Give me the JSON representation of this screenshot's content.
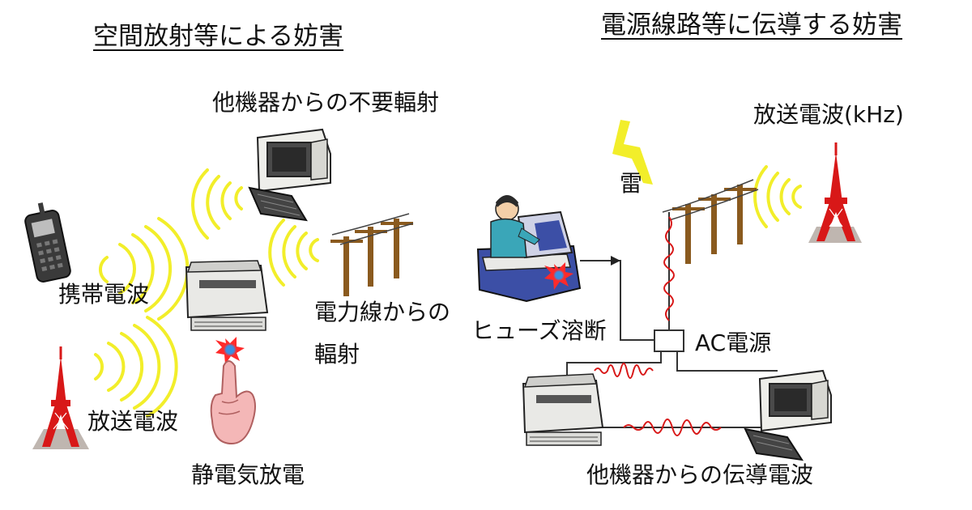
{
  "left_title": "空間放射等による妨害",
  "right_title": "電源線路等に伝導する妨害",
  "labels": {
    "pc_radiation": "他機器からの不要輻射",
    "mobile": "携帯電波",
    "power_line_1": "電力線からの",
    "power_line_2": "輻射",
    "broadcast_left": "放送電波",
    "esd": "静電気放電",
    "broadcast_right": "放送電波(kHz)",
    "lightning": "雷",
    "fuse": "ヒューズ溶断",
    "ac": "AC電源",
    "conducted": "他機器からの伝導電波"
  },
  "colors": {
    "radiation_wave": "#f2ee2a",
    "conducted_wave": "#d81818",
    "tower": "#d81818",
    "pole": "#8a5a1e",
    "lightning": "#f2ee2a",
    "spark": "#e60000"
  }
}
